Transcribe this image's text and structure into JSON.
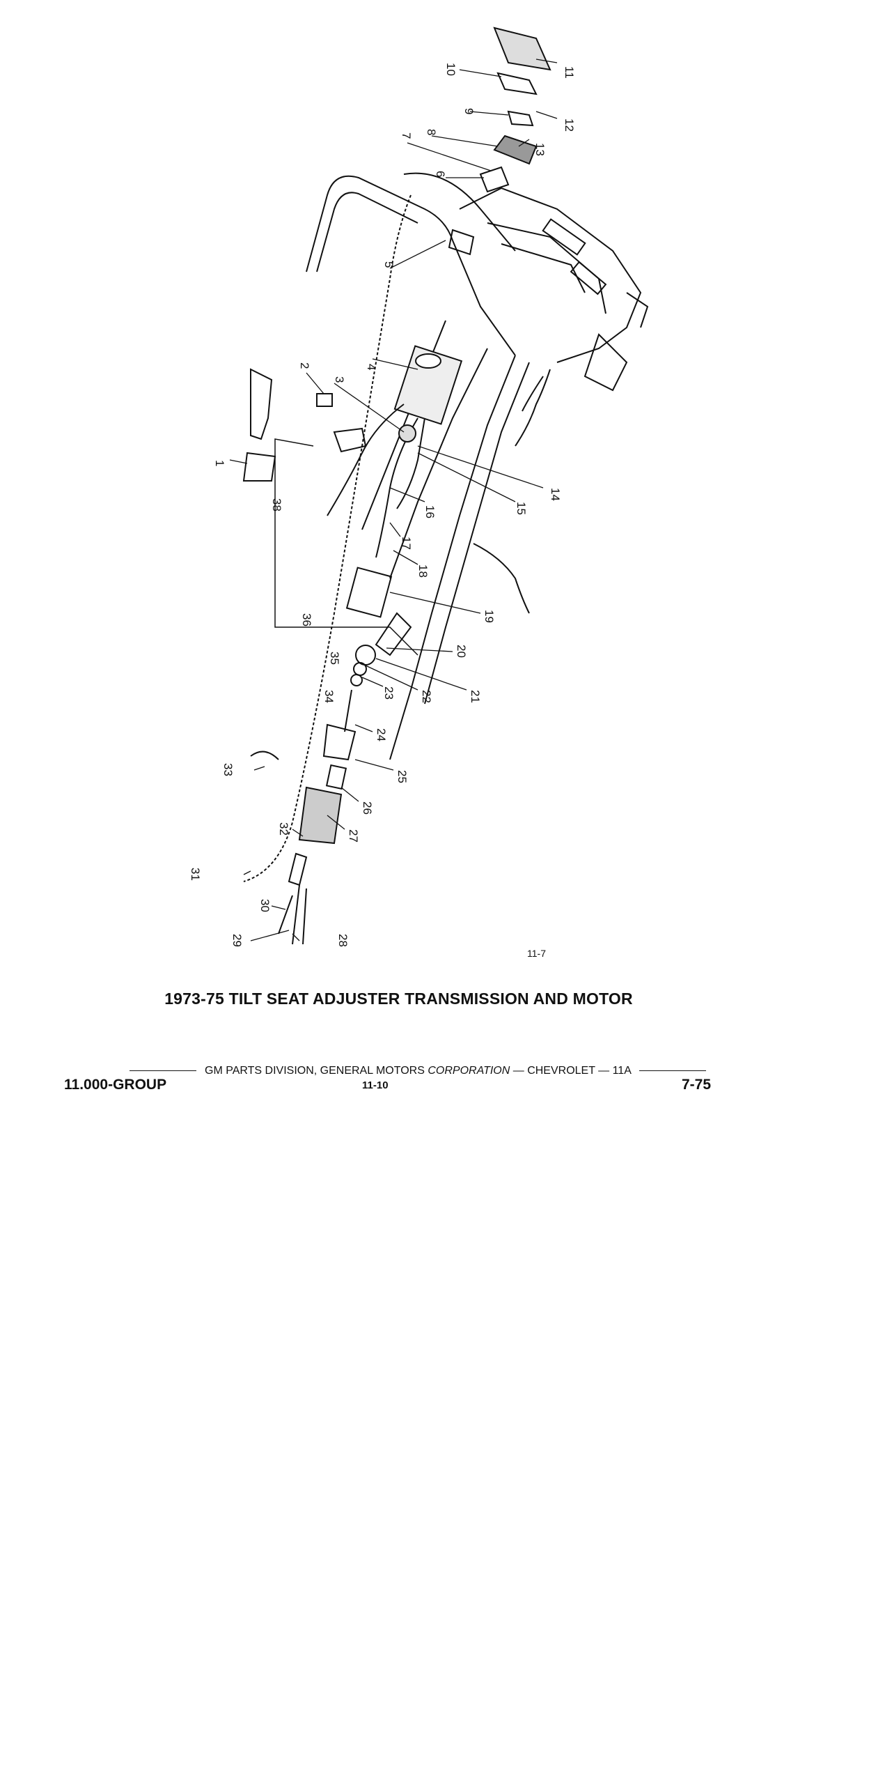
{
  "figure": {
    "number": "11-7",
    "callouts": [
      "1",
      "2",
      "3",
      "4",
      "5",
      "6",
      "7",
      "8",
      "9",
      "10",
      "11",
      "12",
      "13",
      "14",
      "15",
      "16",
      "17",
      "18",
      "19",
      "20",
      "21",
      "22",
      "23",
      "24",
      "25",
      "26",
      "27",
      "28",
      "29",
      "30",
      "31",
      "32",
      "33",
      "34",
      "35",
      "36",
      "38"
    ]
  },
  "caption": "1973-75 TILT SEAT ADJUSTER TRANSMISSION AND MOTOR",
  "footer": {
    "publisher_prefix": "GM PARTS DIVISION, GENERAL MOTORS",
    "publisher_corp": "CORPORATION",
    "publisher_suffix": "— CHEVROLET — 11A",
    "group": "11.000-GROUP",
    "page": "11-10",
    "date": "7-75"
  }
}
